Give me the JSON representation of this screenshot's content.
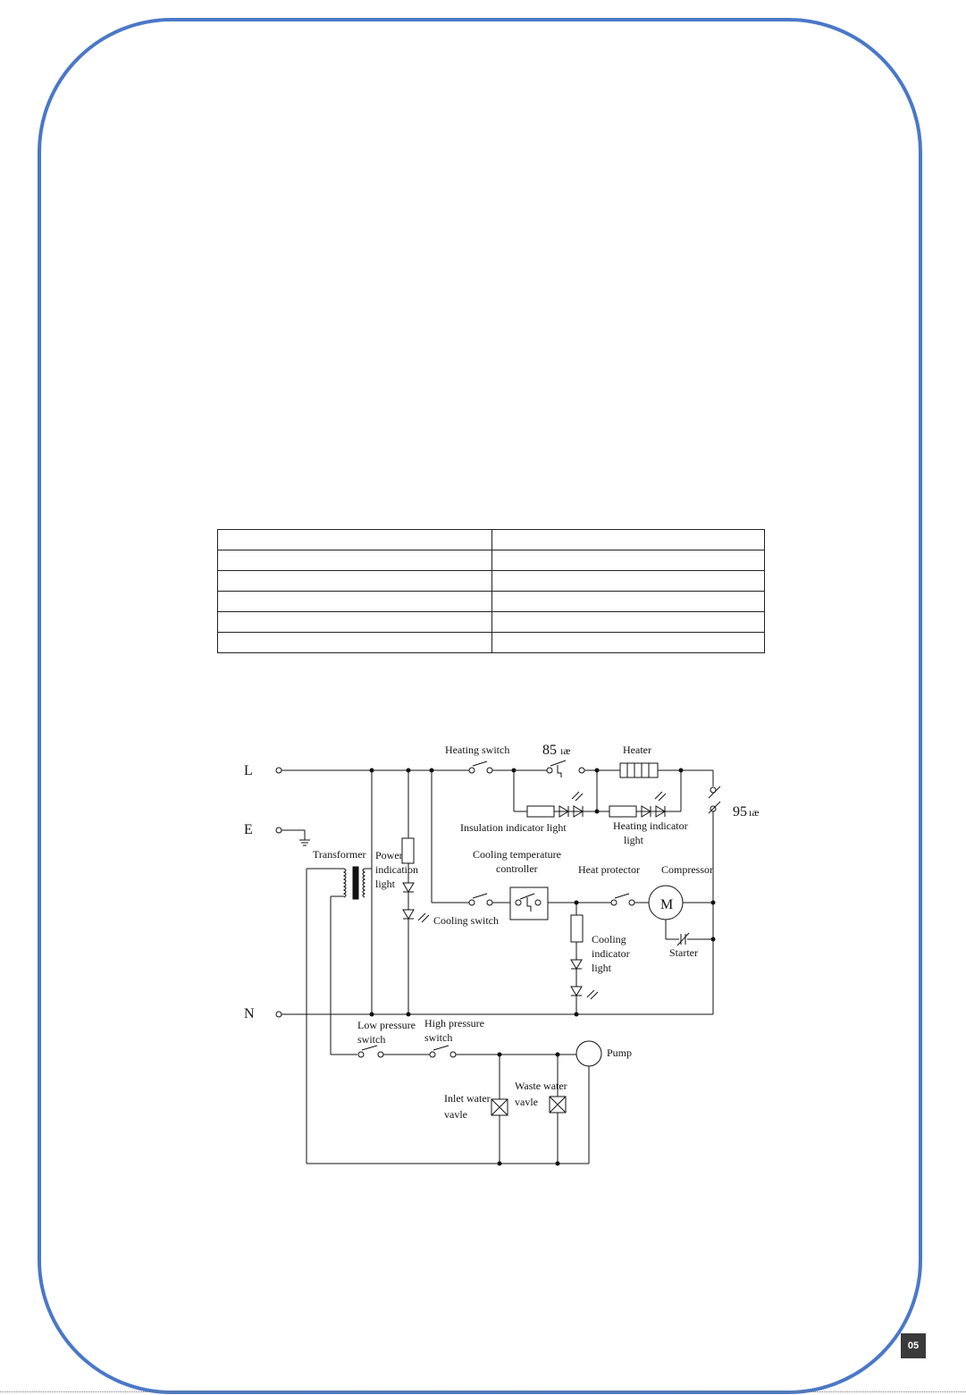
{
  "diagram": {
    "lines": {
      "l": "L",
      "e": "E",
      "n": "N"
    },
    "labels": {
      "heating_switch": "Heating switch",
      "thermostat_85": "85",
      "thermostat_85_suffix": "ıæ",
      "heater": "Heater",
      "thermostat_95": "95",
      "thermostat_95_suffix": "ıæ",
      "insulation_indicator": "Insulation indicator light",
      "heating_indicator_1": "Heating indicator",
      "heating_indicator_2": "light",
      "transformer": "Transformer",
      "power_indication_1": "Power",
      "power_indication_2": "indication",
      "power_indication_3": "light",
      "cooling_temp_1": "Cooling temperature",
      "cooling_temp_2": "controller",
      "heat_protector": "Heat protector",
      "compressor": "Compressor",
      "motor": "M",
      "cooling_switch": "Cooling switch",
      "cooling_indicator_1": "Cooling",
      "cooling_indicator_2": "indicator",
      "cooling_indicator_3": "light",
      "starter": "Starter",
      "low_pressure_1": "Low pressure",
      "low_pressure_2": "switch",
      "high_pressure_1": "High pressure",
      "high_pressure_2": "switch",
      "pump": "Pump",
      "inlet_valve_1": "Inlet water",
      "inlet_valve_2": "vavle",
      "waste_valve_1": "Waste water",
      "waste_valve_2": "vavle"
    }
  },
  "page_number": "05"
}
